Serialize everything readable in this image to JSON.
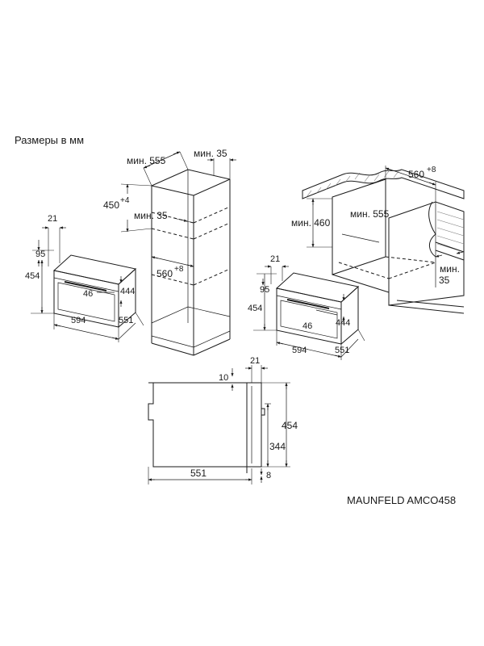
{
  "header": {
    "title": "Размеры в мм"
  },
  "footer": {
    "model": "MAUNFELD AMCO458"
  },
  "views": {
    "oven_left": {
      "depth_fascia": "21",
      "panel_height": "95",
      "total_height": "454",
      "door_offset": "46",
      "inner_height": "444",
      "width": "594",
      "depth": "551"
    },
    "column": {
      "min_depth": "мин. 555",
      "min_gap_top": "мин. 35",
      "niche_height": "450",
      "niche_height_tol": "+4",
      "min_gap_middle": "мин. 35",
      "niche_width": "560",
      "niche_width_tol": "+8"
    },
    "under_counter": {
      "niche_width": "560",
      "niche_width_tol": "+8",
      "min_height": "мин. 460",
      "min_depth": "мин. 555",
      "min_gap_label": "мин.",
      "min_gap_value": "35"
    },
    "oven_right": {
      "depth_fascia": "21",
      "panel_height": "95",
      "total_height": "454",
      "door_offset": "46",
      "inner_height": "444",
      "width": "594",
      "depth": "551"
    },
    "side": {
      "fascia": "21",
      "top_gap": "10",
      "total_height": "454",
      "cavity_height": "344",
      "bottom_gap": "8",
      "depth": "551"
    }
  }
}
